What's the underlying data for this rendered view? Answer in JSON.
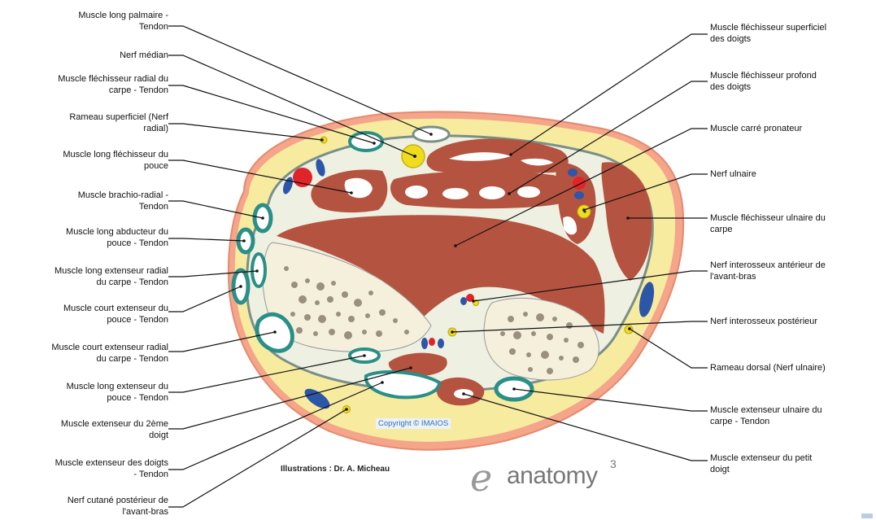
{
  "labels_left": [
    "Muscle long palmaire -\nTendon",
    "Nerf médian",
    "Muscle fléchisseur radial du\ncarpe - Tendon",
    "Rameau superficiel (Nerf\nradial)",
    "Muscle long fléchisseur du\npouce",
    "Muscle brachio-radial -\nTendon",
    "Muscle long abducteur du\npouce - Tendon",
    "Muscle long extenseur radial\ndu carpe - Tendon",
    "Muscle court extenseur du\npouce - Tendon",
    "Muscle court extenseur radial\ndu carpe - Tendon",
    "Muscle long extenseur du\npouce - Tendon",
    "Muscle extenseur du 2ème\ndoigt",
    "Muscle extenseur des doigts\n- Tendon",
    "Nerf cutané postérieur de\nl'avant-bras"
  ],
  "labels_right": [
    "Muscle fléchisseur superficiel\ndes doigts",
    "Muscle fléchisseur profond\ndes doigts",
    "Muscle carré pronateur",
    "Nerf ulnaire",
    "Muscle fléchisseur ulnaire du\ncarpe",
    "Nerf interosseux antérieur de\nl'avant-bras",
    "Nerf interosseux postérieur",
    "Rameau dorsal (Nerf ulnaire)",
    "Muscle extenseur ulnaire du\ncarpe - Tendon",
    "Muscle extenseur du petit\ndoigt"
  ],
  "copyright": "Copyright © IMAIOS",
  "credit": "Illustrations : Dr. A. Micheau",
  "logo": {
    "text": "anatomy",
    "sup": "3",
    "e": "e"
  },
  "colors": {
    "skin": "#f4a58a",
    "fat": "#f7eba0",
    "muscle": "#b4533f",
    "tendon": "#ffffff",
    "sheath": "#2a8f87",
    "bone": "#f5f0dc",
    "artery": "#e0242a",
    "vein": "#2c56a8",
    "nerve": "#f0dc1e"
  }
}
